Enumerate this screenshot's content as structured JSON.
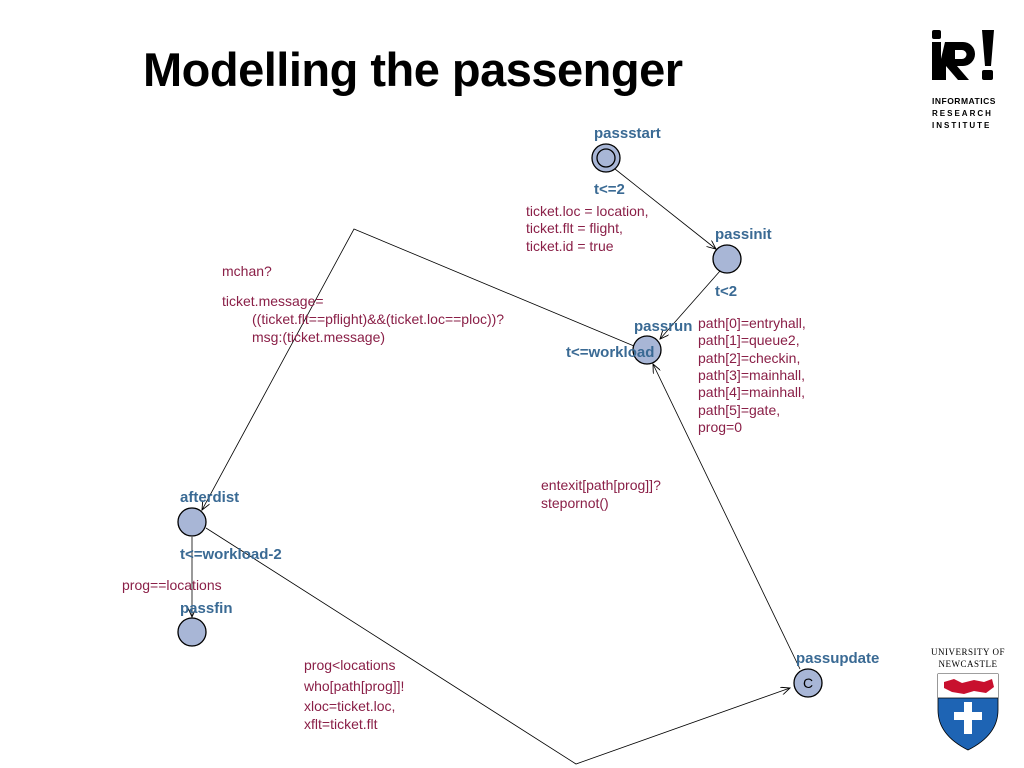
{
  "title": "Modelling the passenger",
  "logos": {
    "iri": {
      "lines": [
        "INFORMATICS",
        "RESEARCH",
        "INSTITUTE"
      ]
    },
    "newcastle": {
      "lines": [
        "UNIVERSITY OF",
        "NEWCASTLE"
      ],
      "colors": {
        "red": "#c8102e",
        "blue": "#1e64b4"
      }
    }
  },
  "colors": {
    "location_label": "#3a6a94",
    "edge_label": "#8a1f47",
    "node_fill": "#a8b6d6"
  },
  "locations": {
    "passstart": {
      "name": "passstart",
      "invariant": "t<=2"
    },
    "passinit": {
      "name": "passinit",
      "invariant": "t<2"
    },
    "passrun": {
      "name": "passrun",
      "invariant": "t<=workload"
    },
    "afterdist": {
      "name": "afterdist",
      "invariant": "t<=workload-2"
    },
    "passfin": {
      "name": "passfin"
    },
    "passupdate": {
      "name": "passupdate",
      "marker": "C"
    }
  },
  "edge_labels": {
    "start_init": [
      "ticket.loc = location,",
      "ticket.flt = flight,",
      "ticket.id = true"
    ],
    "init_run": [
      "path[0]=entryhall,",
      "path[1]=queue2,",
      "path[2]=checkin,",
      "path[3]=mainhall,",
      "path[4]=mainhall,",
      "path[5]=gate,",
      "prog=0"
    ],
    "run_afterdist_sync": "mchan?",
    "run_afterdist_update": [
      "ticket.message=",
      "((ticket.flt==pflight)&&(ticket.loc==ploc))?",
      "msg:(ticket.message)"
    ],
    "afterdist_fin_guard": "prog==locations",
    "afterdist_update": [
      "prog<locations",
      "who[path[prog]]!",
      "xloc=ticket.loc,",
      "xflt=ticket.flt"
    ],
    "update_run": [
      "entexit[path[prog]]?",
      "stepornot()"
    ]
  }
}
